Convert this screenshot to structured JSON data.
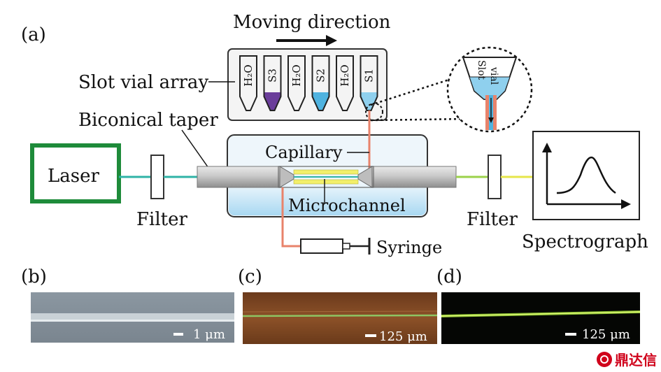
{
  "panels": {
    "a": "(a)",
    "b": "(b)",
    "c": "(c)",
    "d": "(d)"
  },
  "labels": {
    "moving_direction": "Moving direction",
    "slot_vial_array": "Slot vial array",
    "biconical_taper": "Biconical taper",
    "capillary": "Capillary",
    "microchannel": "Microchannel",
    "laser": "Laser",
    "filter_left": "Filter",
    "filter_right": "Filter",
    "spectrograph": "Spectrograph",
    "syringe": "Syringe",
    "slot_vial_1": "Slot",
    "slot_vial_2": "vial"
  },
  "vials": [
    "H₂O",
    "S3",
    "H₂O",
    "S2",
    "H₂O",
    "S1"
  ],
  "vial_colors": [
    "#ffffff",
    "#6a3d9a",
    "#ffffff",
    "#4fb3e0",
    "#ffffff",
    "#8fd0ee"
  ],
  "scale_bars": {
    "b": "1 μm",
    "c": "125 μm",
    "d": "125 μm"
  },
  "colors": {
    "laser_box": "#1e8b3a",
    "beam_cyan": "#2fb3a6",
    "beam_yellow": "#e6e64a",
    "capillary": "#e8836b",
    "water": "#bfe3f5"
  },
  "watermark": "鼎达信"
}
